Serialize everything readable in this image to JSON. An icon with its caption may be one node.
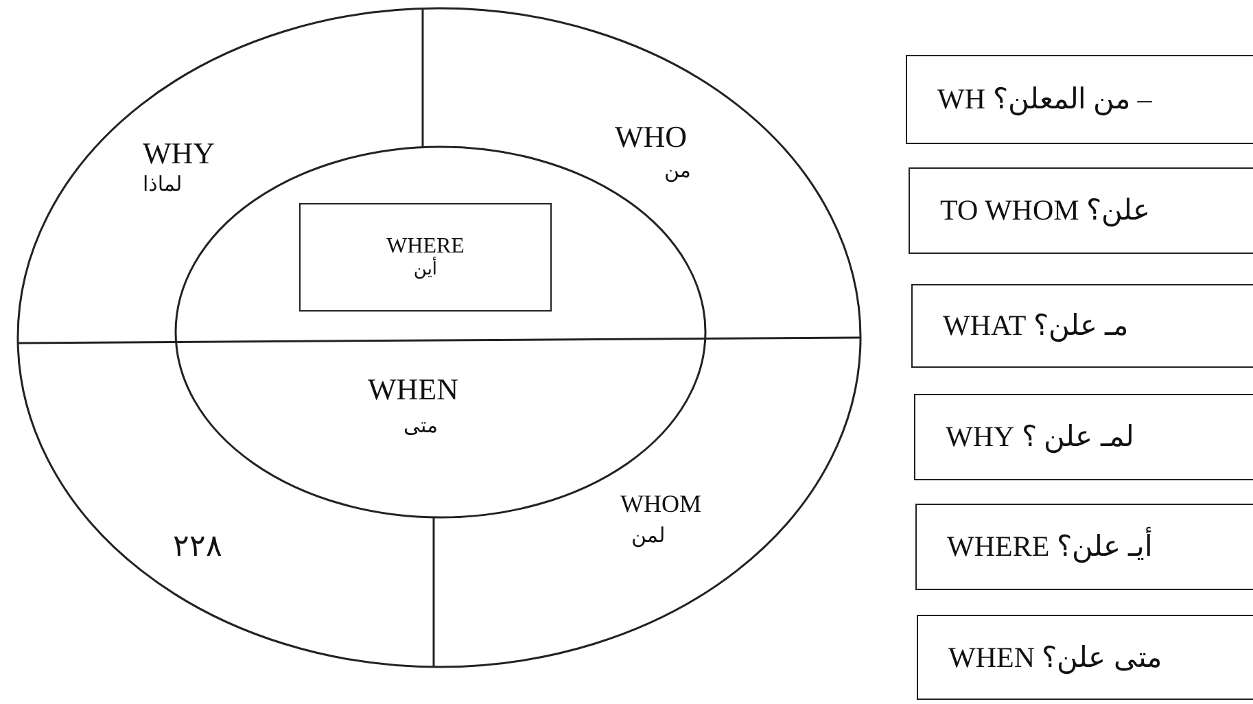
{
  "diagram": {
    "nodes": [
      {
        "text": [
          "WHERE",
          "أين"
        ]
      },
      {
        "text": [
          "– من المعلن؟ WH"
        ]
      },
      {
        "text": [
          "علن؟ TO WHOM"
        ]
      },
      {
        "text": [
          "مـ علن؟ WHAT"
        ]
      },
      {
        "text": [
          "لمـ علن ؟ WHY"
        ]
      },
      {
        "text": [
          "أيـ علن؟ WHERE"
        ]
      },
      {
        "text": [
          "متى علن؟ WHEN"
        ]
      }
    ],
    "labels": [
      "WHY",
      "لماذا",
      "WHO",
      "من",
      "WHEN",
      "متى",
      "۲۲۸",
      "WHOM",
      "لمن"
    ]
  }
}
